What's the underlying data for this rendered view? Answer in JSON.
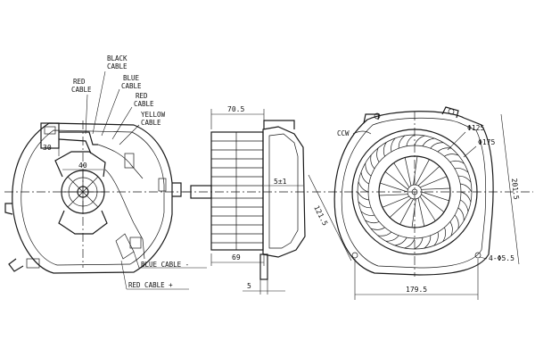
{
  "labels": {
    "black_cable": [
      "BLACK",
      "CABLE"
    ],
    "red_cable_top": [
      "RED",
      "CABLE"
    ],
    "blue_cable_top": [
      "BLUE",
      "CABLE"
    ],
    "red_cable_mid": [
      "RED",
      "CABLE"
    ],
    "yellow_cable": [
      "YELLOW",
      "CABLE"
    ],
    "blue_cable_minus": "BLUE CABLE -",
    "red_cable_plus": "RED CABLE +",
    "rotation": "CCW",
    "dim_30": "30",
    "dim_40": "40"
  },
  "side_view": {
    "dim_width": "70.5",
    "dim_shaft": "5±1",
    "dim_69": "69",
    "dim_5": "5"
  },
  "right_view": {
    "dim_d125": "Φ125",
    "dim_d175": "Φ175",
    "dim_201_5": "201.5",
    "dim_121_5": "121.5",
    "dim_179_5": "179.5",
    "dim_holes": "4-Φ5.5"
  }
}
